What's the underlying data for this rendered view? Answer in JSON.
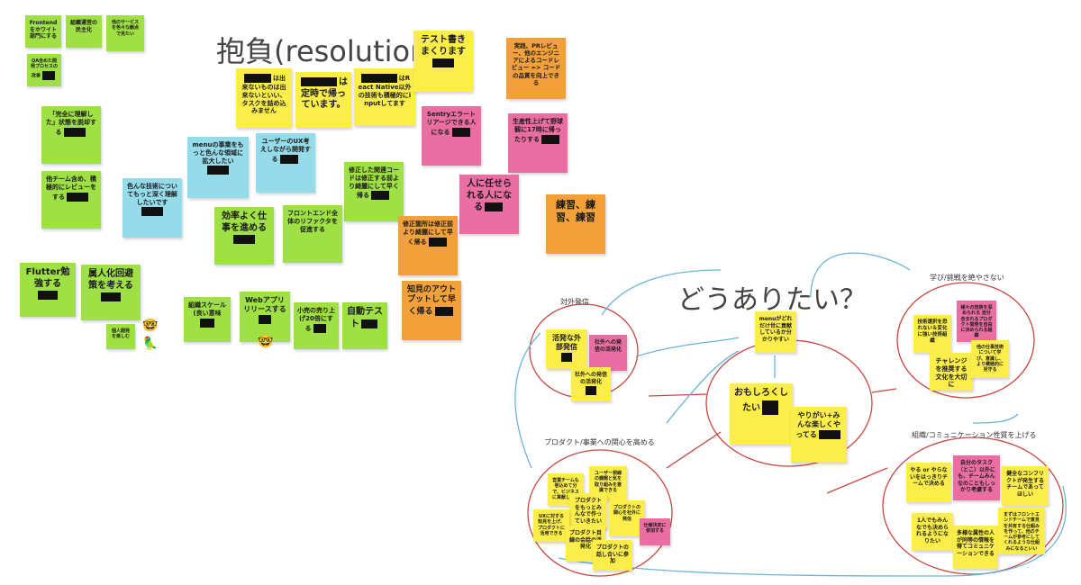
{
  "board": {
    "title_resolution": "抱負(resolution",
    "title_vision": "どうありたい？"
  },
  "notes": {
    "frontend": "Frontendをホワイト部門にする",
    "soshiki_unei": "組織運営の民主化",
    "service_nyukai": "他のサービスを色々な観点で見たい",
    "qa": "QA含めた開発プロセスの改善",
    "kanzen_rikai": "「完全に理解した」状態を脱却する",
    "tateamu_review": "他チーム含め、積極的にレビューをする",
    "flutter": "Flutter勉強する",
    "zokujinka": "属人化回避策を考える",
    "small_green": "個人開発を楽しむ",
    "task_kiri": "は出来ないものは出来ないといい、タスクを詰め込みません",
    "teiji": "は定時で帰っています。",
    "react_native": "はReact Native以外の技術も積極的にinputしてます",
    "test": "テスト書きまくります",
    "jissen_pr": "実践、PRレビュー、他のエンジニアによるコードレビュー => コードの品質を向上できる",
    "sentry": "Sentryエラートリアージできる人になる",
    "seisansei": "生産性上げて野球観に17時に帰ったりする",
    "menu_jigyou": "menuの事業をもっと色んな領域に拡大したい",
    "user_ux": "ユーザーのUX考えしながら開発する",
    "iroiro_gijutsu": "色んな技術についてもっと深く理解したいです",
    "shusei_kanren": "修正した関連コードは修正する前より綺麗にして早く帰る",
    "hito_ni_makaseru": "人に任せられる人になる",
    "renshu": "練習、練習、練習",
    "kouritsu": "効率よく仕事を進める",
    "frontend_refactor": "フロントエンド全体のリファクタを促進する",
    "shusei_kasho": "修正箇所は修正前より綺麗にして早く帰る",
    "chishiki": "知見のアウトプットして早く帰る",
    "soshiki_scale": "組織スケール(良い意味",
    "web_app": "Webアプリリリースする",
    "komise": "小売の売り上げ20倍にする",
    "jidou_test": "自動テスト"
  },
  "vision": {
    "label_taigai": "対外発信",
    "label_product": "プロダクト/事業への関心を高める",
    "label_manabi": "学び/挑戦を絶やさない",
    "label_soshiki": "組織/コミュニケーション性質を上げる",
    "katsudou": "活発な外部発信",
    "shagai1": "社外への発信の活発化",
    "shagai2": "社外への発信の活発化",
    "menu_dore": "menuがどれだけ世に貢献しているか分かりやすい",
    "omoshiroku": "おもしろくしたい",
    "yarigai": "やりがい+みんな楽しくやってる",
    "gijutsu_sentaku": "技術選択を恐れない＆変化に強い技術組織",
    "kakushu": "様々の技術を深められる 自分含まれるプロダクト開発を自由に決められる組織",
    "challenge": "チャレンジを推奨する文化を大切に",
    "tano_shigoto": "他の仕事技術について学び、意識し、より積極的に見守る",
    "eigyou": "営業チームも巻込めて分で、ビジネスに貢献したい",
    "user_fb": "ユーザー視線の課題と気を取り組みを意識できる",
    "product_motto": "プロダクトをもっとみんなで作っていきたい",
    "product_kanshin": "プロダクトの関心を社外に発信",
    "ux_design": "UXに対する知見を上げ、プロダクトに活用できる",
    "product_mokuhyou": "プロダクト目線の会話の活発化",
    "product_hanashiai": "プロダクトの話し合いに参加",
    "shiyou_kettei": "仕様決定に参加する",
    "yaru_yaranai": "やる or やらないをはっきりチームで決める",
    "jibun_task": "自分のタスク（とこ）以外にも、チームみんなのこともしっかり考慮する",
    "kenzen": "健全なコンフリクトが発生するチームであってほしい",
    "one_team": "1人でもみんなでも決められるようになりたい",
    "tayou": "多様な属性の人が同等の情報を得てコミュニケーションできる",
    "frontend_team": "まずはフロントエンドチームで意見を共有する仕組みを作って、他のチームが参考にしてくれるような仕組みになるといい"
  }
}
